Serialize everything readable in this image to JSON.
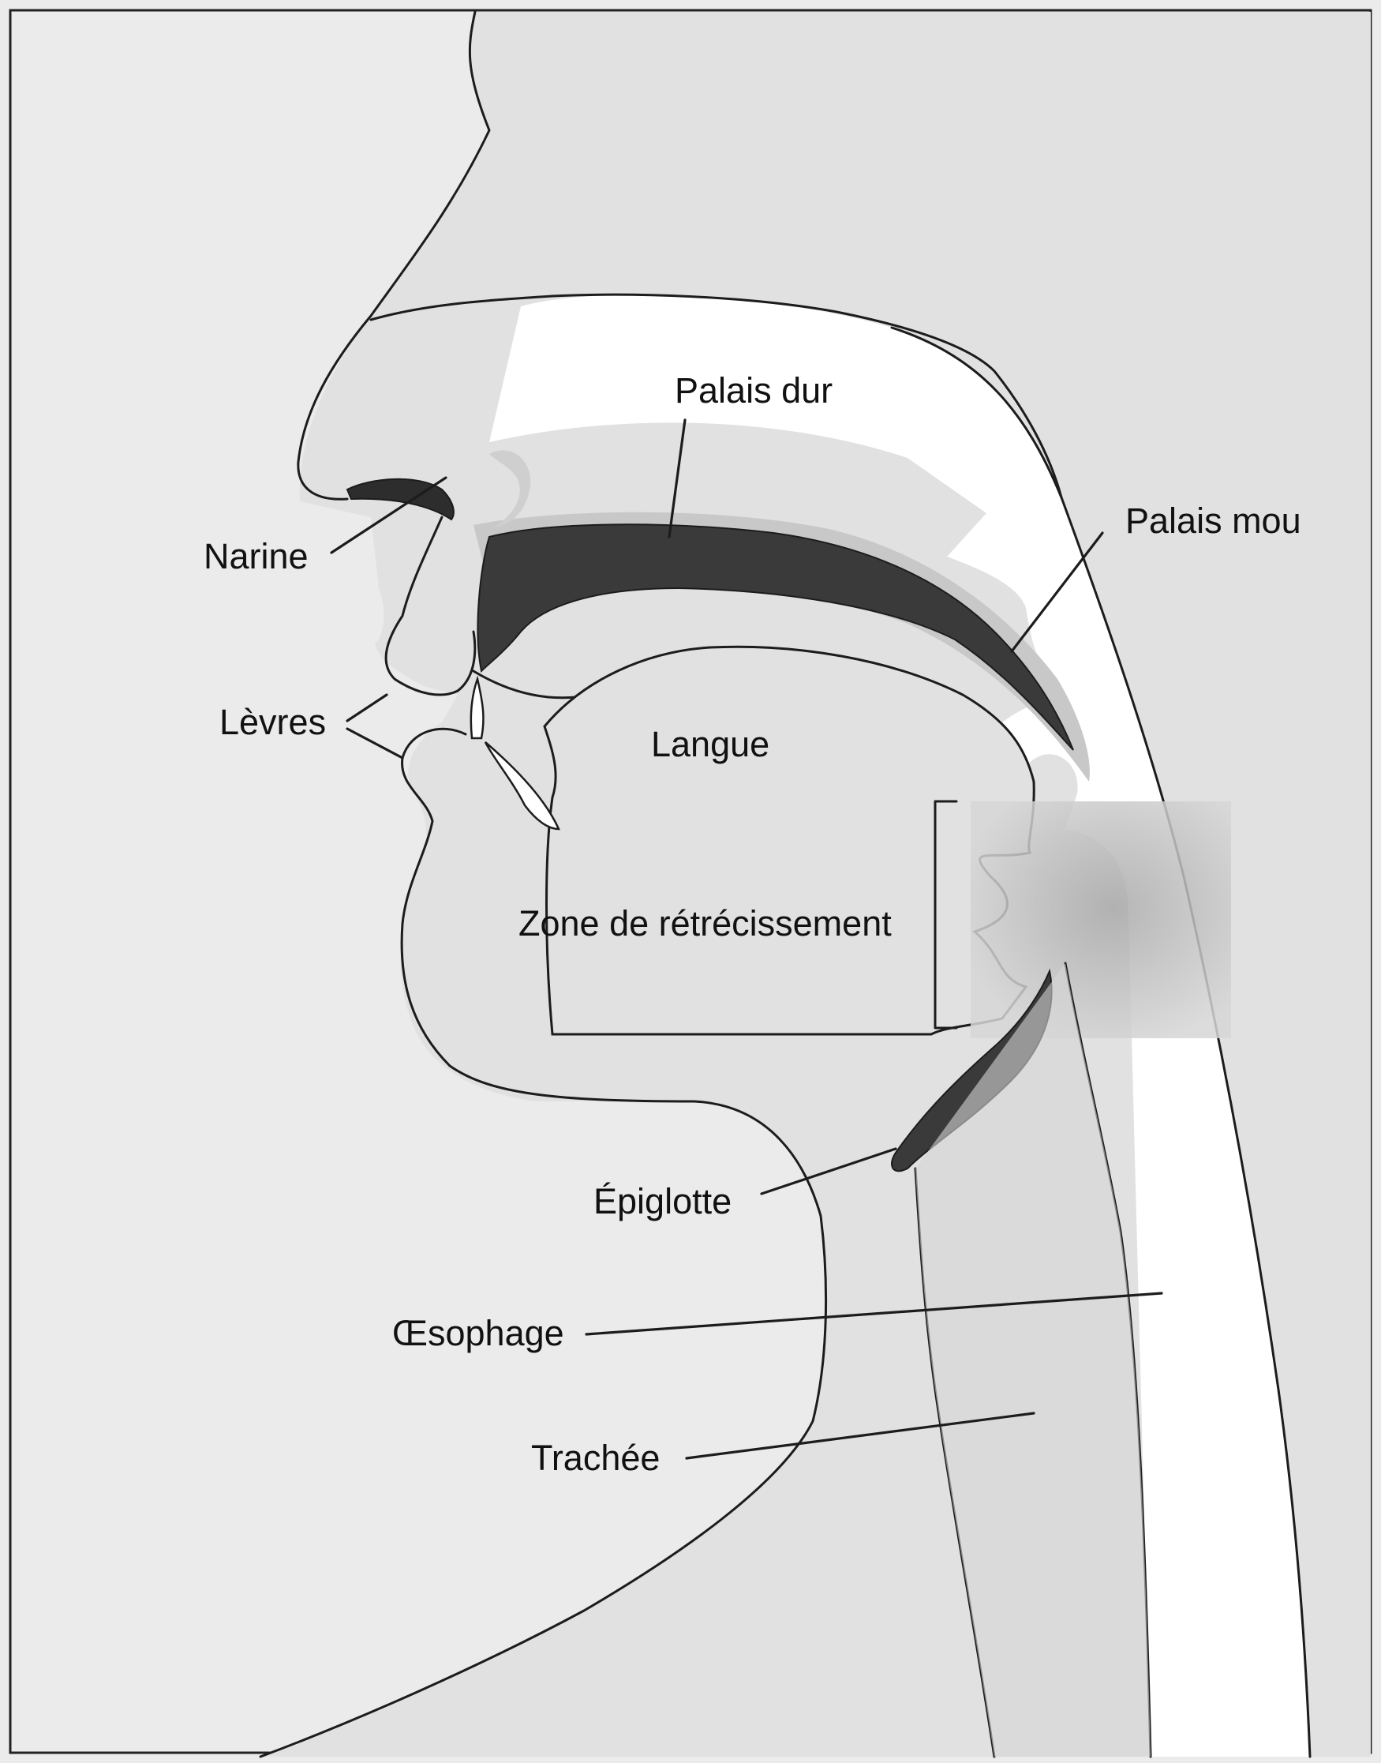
{
  "labels": {
    "palais_dur": "Palais dur",
    "palais_mou": "Palais mou",
    "narine": "Narine",
    "levres": "Lèvres",
    "langue": "Langue",
    "zone": "Zone de rétrécissement",
    "epiglotte": "Épiglotte",
    "oesophage": "Œsophage",
    "trachee": "Trachée"
  },
  "colors": {
    "background": "#ebebeb",
    "tissue": "#e1e1e1",
    "airway": "#ffffff",
    "cartilage": "#3a3a3a",
    "highlight": "#c4c4c4",
    "ink": "#1c1c1c"
  }
}
